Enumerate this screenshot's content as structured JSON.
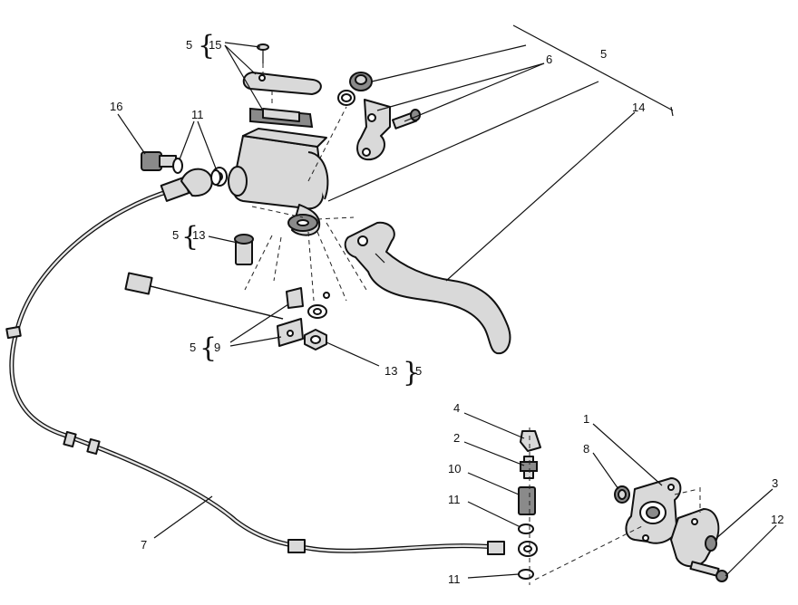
{
  "callouts": {
    "c1": "1",
    "c2": "2",
    "c3": "3",
    "c4": "4",
    "c5_group": "5",
    "c5_15": "5",
    "c5_13a": "5",
    "c5_9": "5",
    "c5_13b": "5",
    "c6": "6",
    "c7": "7",
    "c8": "8",
    "c9": "9",
    "c10": "10",
    "c11_top": "11",
    "c11_mid": "11",
    "c11_bot": "11",
    "c12": "12",
    "c13_top": "13",
    "c13_bot": "13",
    "c14": "14",
    "c15": "15",
    "c16": "16"
  },
  "colors": {
    "ink": "#111111",
    "part_fill": "#d9d9d9",
    "shade": "#8a8a8a"
  }
}
